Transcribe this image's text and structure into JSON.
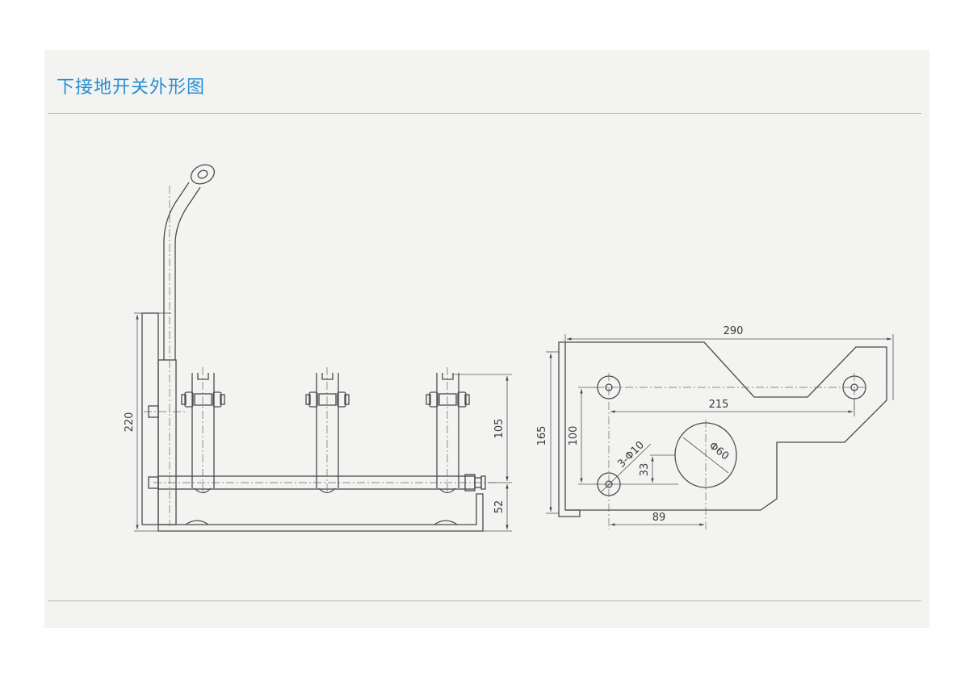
{
  "title": "下接地开关外形图",
  "side_view": {
    "dim_height": "220",
    "dim_upper": "105",
    "dim_lower": "52"
  },
  "top_view": {
    "dim_width": "290",
    "dim_hole_spacing": "215",
    "dim_height": "165",
    "dim_vertical_holes": "100",
    "dim_hole_offset": "33",
    "dim_center_offset": "89",
    "hole_note": "3-Φ10",
    "large_hole": "Φ60"
  }
}
